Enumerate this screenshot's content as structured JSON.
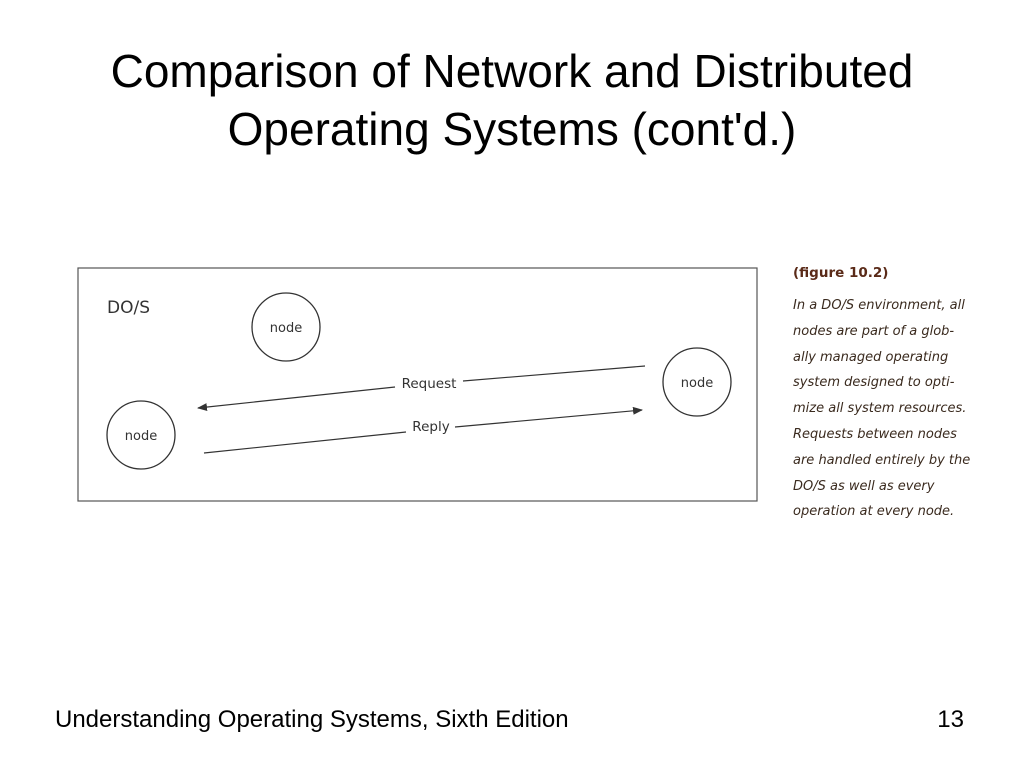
{
  "slide": {
    "title_lines": [
      "Comparison of Network and Distributed",
      "Operating Systems (cont'd.)"
    ]
  },
  "diagram": {
    "label": "DO/S",
    "nodes": [
      "node",
      "node",
      "node"
    ],
    "request_label": "Request",
    "reply_label": "Reply"
  },
  "caption": {
    "heading": "(figure 10.2)",
    "lines": [
      "In a DO/S environment, all",
      "nodes are part of a glob-",
      "ally managed operating",
      "system designed to opti-",
      "mize all system resources.",
      "Requests between nodes",
      "are handled entirely by the",
      "DO/S as well as every",
      "operation at every node."
    ]
  },
  "footer": {
    "book_title": "Understanding Operating Systems, Sixth Edition",
    "page_number": "13"
  },
  "colors": {
    "stroke": "#333333",
    "caption_heading": "#5a2a18"
  }
}
